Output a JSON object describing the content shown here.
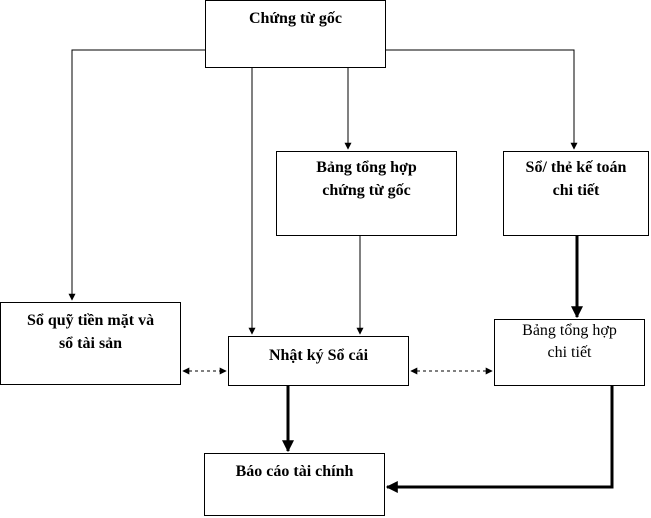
{
  "diagram": {
    "title": "Sơ đồ trình tự ghi sổ kế toán theo hình thức Nhật ký - Sổ cái",
    "nodes": {
      "chung_tu_goc": {
        "lines": [
          "Chứng từ gốc"
        ]
      },
      "bang_tong_hop_ctg": {
        "lines": [
          "Bảng tổng hợp",
          "chứng từ gốc"
        ]
      },
      "so_the_ke_toan": {
        "lines": [
          "Sổ/ thẻ kế toán",
          "chi tiết"
        ]
      },
      "so_quy": {
        "lines": [
          "Sổ quỹ tiền mặt và",
          "sổ tài sản"
        ]
      },
      "nhat_ky_so_cai": {
        "lines": [
          "Nhật ký Sổ cái"
        ]
      },
      "bang_tong_hop_ct": {
        "lines": [
          "Bảng tổng hợp",
          "chi tiết"
        ]
      },
      "bao_cao": {
        "lines": [
          "Báo cáo tài chính"
        ]
      }
    },
    "edges": [
      {
        "from": "chung_tu_goc",
        "to": "so_quy",
        "style": "solid"
      },
      {
        "from": "chung_tu_goc",
        "to": "nhat_ky_so_cai",
        "style": "solid"
      },
      {
        "from": "chung_tu_goc",
        "to": "bang_tong_hop_ctg",
        "style": "solid"
      },
      {
        "from": "chung_tu_goc",
        "to": "so_the_ke_toan",
        "style": "solid"
      },
      {
        "from": "bang_tong_hop_ctg",
        "to": "nhat_ky_so_cai",
        "style": "solid"
      },
      {
        "from": "so_the_ke_toan",
        "to": "bang_tong_hop_ct",
        "style": "thick"
      },
      {
        "from": "so_quy",
        "to": "nhat_ky_so_cai",
        "style": "dashed-bidirectional"
      },
      {
        "from": "nhat_ky_so_cai",
        "to": "bang_tong_hop_ct",
        "style": "dashed-bidirectional"
      },
      {
        "from": "nhat_ky_so_cai",
        "to": "bao_cao",
        "style": "thick"
      },
      {
        "from": "bang_tong_hop_ct",
        "to": "bao_cao",
        "style": "thick"
      }
    ],
    "colors": {
      "line": "#000000",
      "background": "#ffffff"
    }
  }
}
